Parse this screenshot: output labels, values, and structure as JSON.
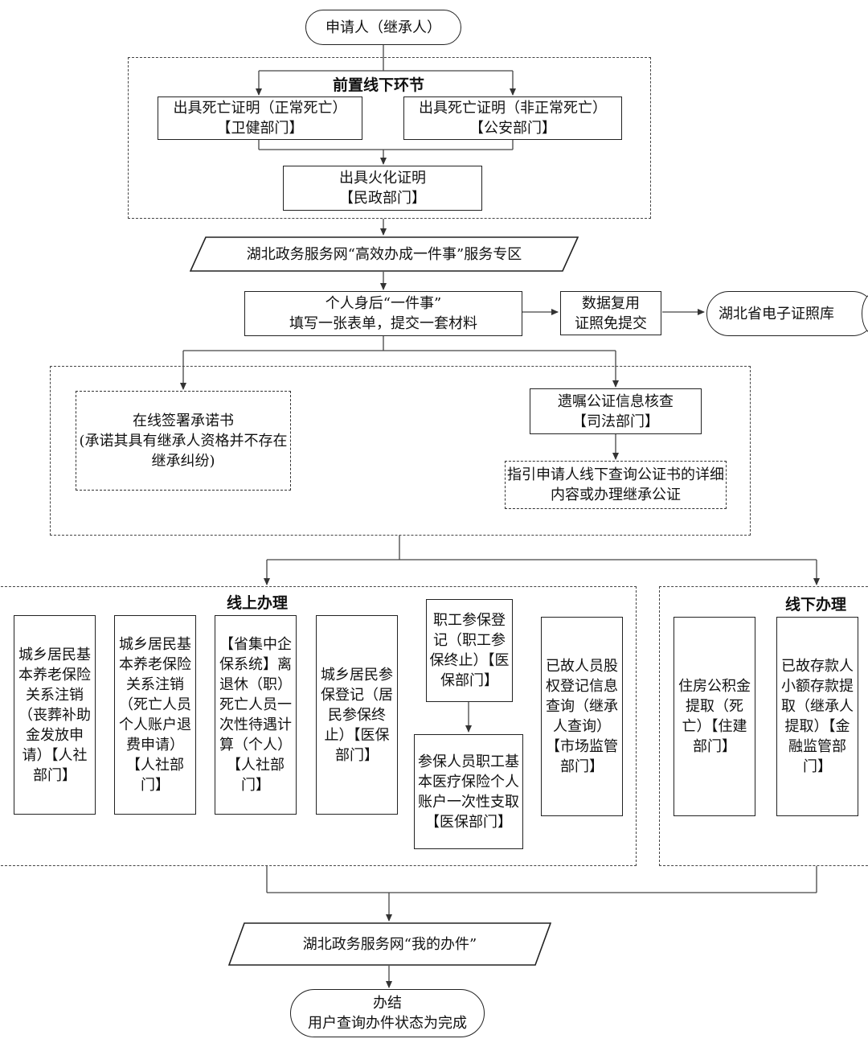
{
  "top": {
    "applicant": "申请人（继承人）"
  },
  "pre_offline": {
    "title": "前置线下环节",
    "death_normal": "出具死亡证明（正常死亡）\n【卫健部门】",
    "death_abnormal": "出具死亡证明（非正常死亡）\n【公安部门】",
    "cremation": "出具火化证明\n【民政部门】"
  },
  "zone": {
    "label": "湖北政务服务网“高效办成一件事”服务专区"
  },
  "form": {
    "main": "个人身后“一件事”\n填写一张表单，提交一套材料",
    "reuse": "数据复用\n证照免提交",
    "library": "湖北省电子证照库"
  },
  "verify": {
    "pledge": "在线签署承诺书\n(承诺其具有继承人资格并不存在继承纠纷)",
    "will_check": "遗嘱公证信息核查\n【司法部门】",
    "guide": "指引申请人线下查询公证书的详细内容或办理继承公证"
  },
  "online": {
    "title": "线上办理",
    "items": [
      "城乡居民基本养老保险关系注销（丧葬补助金发放申请）【人社部门】",
      "城乡居民基本养老保险关系注销（死亡人员个人账户退费申请）【人社部门】",
      "【省集中企保系统】离退休（职）死亡人员一次性待遇计算（个人）【人社部门】",
      "城乡居民参保登记（居民参保终止）【医保部门】",
      "职工参保登记（职工参保终止）【医保部门】",
      "参保人员职工基本医疗保险个人账户一次性支取【医保部门】",
      "已故人员股权登记信息查询（继承人查询）【市场监管部门】"
    ]
  },
  "offline": {
    "title": "线下办理",
    "items": [
      "住房公积金提取（死亡）【住建部门】",
      "已故存款人小额存款提取（继承人提取）【金融监管部门】"
    ]
  },
  "bottom": {
    "my_cases": "湖北政务服务网“我的办件”",
    "done": "办结\n用户查询办件状态为完成"
  }
}
